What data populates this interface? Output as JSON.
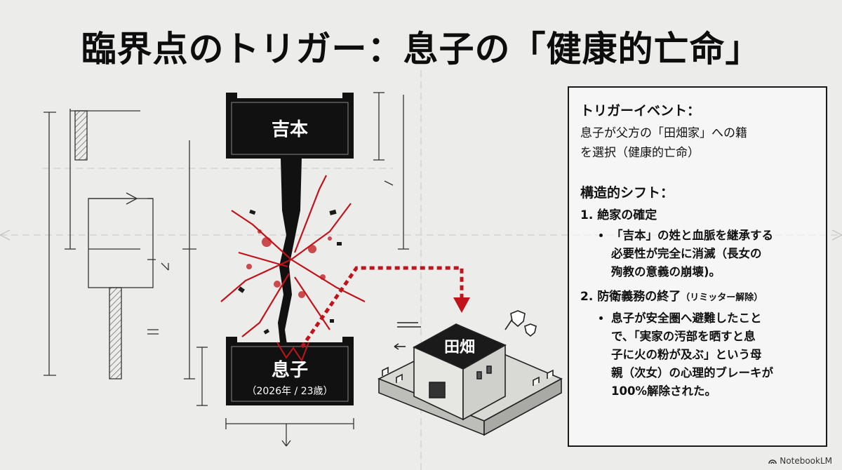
{
  "title": "臨界点のトリガー：息子の「健康的亡命」",
  "diagram": {
    "top_sign": "吉本",
    "bottom_sign": "息子",
    "bottom_sign_sub": "（2026年 / 23歳）",
    "fortress_label": "田畑"
  },
  "panel": {
    "trigger_heading": "トリガーイベント：",
    "trigger_lines": [
      "息子が父方の「田畑家」への籍",
      "を選択（健康的亡命）"
    ],
    "shift_heading": "構造的シフト：",
    "item1_heading": "1. 絶家の確定",
    "item1_lines": [
      "「吉本」の姓と血脈を継承する",
      "必要性が完全に消滅（長女の",
      "殉教の意義の崩壊)。"
    ],
    "item2_heading": "2. 防衛義務の終了",
    "item2_sub": "（リミッター解除）",
    "item2_lines": [
      "息子が安全圏へ避難したこと",
      "で、「実家の汚部を晒すと息",
      "子に火の粉が及ぶ」という母",
      "親（次女）の心理的ブレーキが",
      "100%解除された。"
    ]
  },
  "footer": {
    "brand": "NotebookLM"
  },
  "colors": {
    "accent_red": "#c0141b",
    "sign_black": "#111111",
    "background": "#ececea"
  }
}
